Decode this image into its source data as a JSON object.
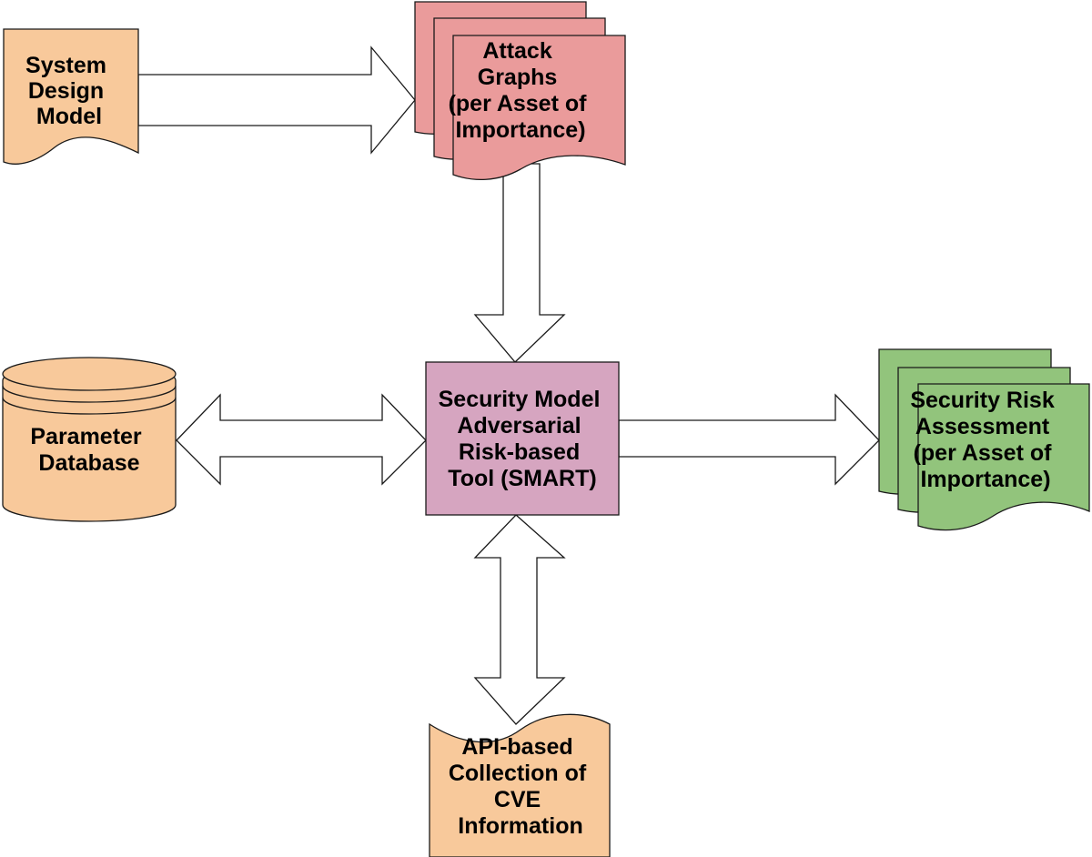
{
  "colors": {
    "input_fill": "#f8c99b",
    "attack_graph_fill": "#ea9b9b",
    "tool_fill": "#d6a5c0",
    "output_fill": "#92c47c",
    "arrow_fill": "#ffffff",
    "stroke": "#1a1a1a"
  },
  "nodes": {
    "system_design_model": {
      "lines": [
        "System",
        "Design",
        "Model"
      ]
    },
    "attack_graphs": {
      "lines": [
        "Attack",
        "Graphs",
        "(per Asset of",
        "Importance)"
      ]
    },
    "parameter_database": {
      "lines": [
        "Parameter",
        "Database"
      ]
    },
    "smart_tool": {
      "lines": [
        "Security Model",
        "Adversarial",
        "Risk-based",
        "Tool (SMART)"
      ]
    },
    "security_risk_assessment": {
      "lines": [
        "Security Risk",
        "Assessment",
        "(per Asset of",
        "Importance)"
      ]
    },
    "cve_collection": {
      "lines": [
        "API-based",
        "Collection of",
        "CVE",
        "Information"
      ]
    }
  },
  "connections": [
    {
      "from": "System Design Model",
      "to": "Attack Graphs",
      "direction": "one-way"
    },
    {
      "from": "Attack Graphs",
      "to": "SMART",
      "direction": "one-way"
    },
    {
      "from": "Parameter Database",
      "to": "SMART",
      "direction": "two-way"
    },
    {
      "from": "SMART",
      "to": "Security Risk Assessment",
      "direction": "one-way"
    },
    {
      "from": "SMART",
      "to": "API-based Collection of CVE Information",
      "direction": "two-way"
    }
  ]
}
